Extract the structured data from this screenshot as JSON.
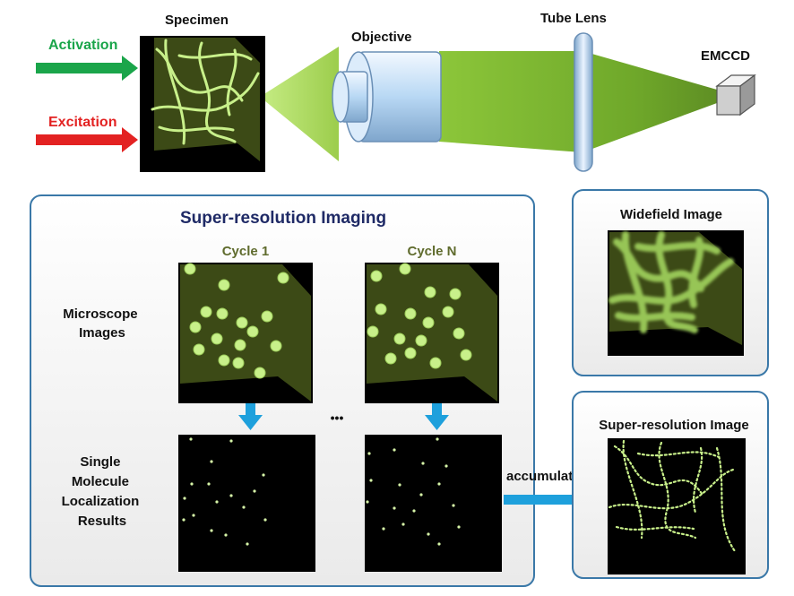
{
  "labels": {
    "specimen": "Specimen",
    "objective": "Objective",
    "tube_lens": "Tube Lens",
    "emccd": "EMCCD",
    "activation": "Activation",
    "excitation": "Excitation",
    "sr_title": "Super-resolution Imaging",
    "cycle_1": "Cycle 1",
    "cycle_n": "Cycle N",
    "microscope_images": [
      "Microscope",
      "Images"
    ],
    "localization": [
      "Single",
      "Molecule",
      "Localization",
      "Results"
    ],
    "ellipsis": "•••",
    "accumulate": "accumulate",
    "widefield": "Widefield Image",
    "sr_image": "Super-resolution Image"
  },
  "colors": {
    "activation": "#1aa54a",
    "excitation": "#e32222",
    "fluor": "#c8f08a",
    "tissue": "#3c4a16",
    "panel_border": "#3a78a8",
    "blue_arrow": "#1ea0dc",
    "sr_title": "#1f2a66",
    "cycle_label": "#5f6b2d"
  }
}
